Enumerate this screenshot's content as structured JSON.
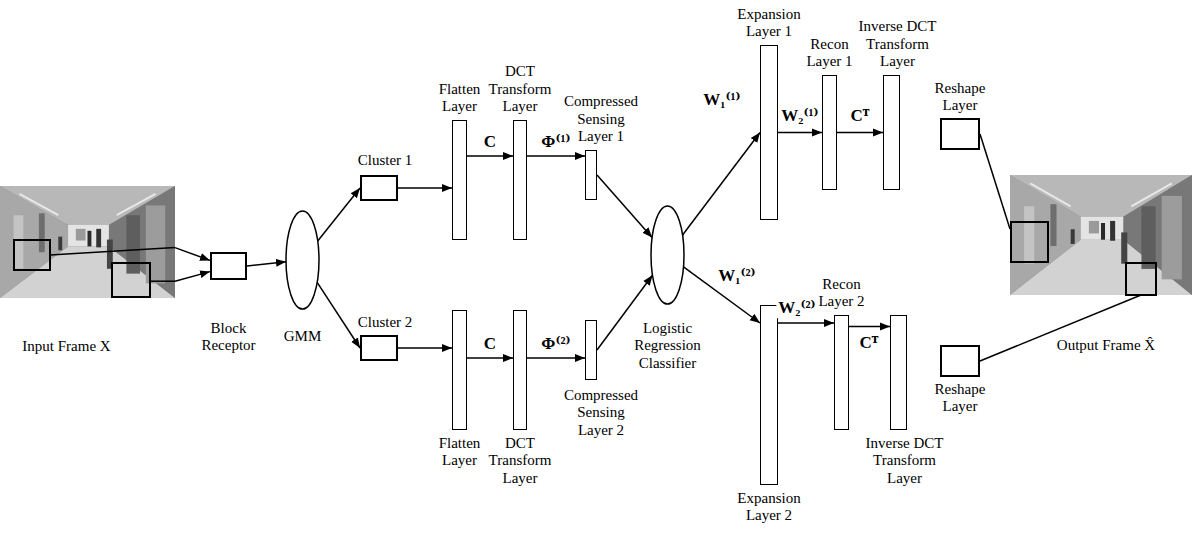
{
  "diagram": {
    "nodes": [
      {
        "text": [
          "Input Frame X"
        ]
      },
      {
        "text": [
          "Block Receptor"
        ]
      },
      {
        "text": [
          "GMM"
        ]
      },
      {
        "text": [
          "Cluster 1"
        ]
      },
      {
        "text": [
          "Cluster 2"
        ]
      },
      {
        "text": [
          "Flatten Layer"
        ]
      },
      {
        "text": [
          "Flatten Layer"
        ]
      },
      {
        "text": [
          "DCT Transform Layer"
        ]
      },
      {
        "text": [
          "DCT Transform Layer"
        ]
      },
      {
        "text": [
          "Compressed Sensing Layer 1"
        ]
      },
      {
        "text": [
          "Compressed Sensing Layer 2"
        ]
      },
      {
        "text": [
          "Logistic Regression Classifier"
        ]
      },
      {
        "text": [
          "Expansion Layer 1"
        ]
      },
      {
        "text": [
          "Expansion Layer 2"
        ]
      },
      {
        "text": [
          "Recon Layer 1"
        ]
      },
      {
        "text": [
          "Recon Layer 2"
        ]
      },
      {
        "text": [
          "Inverse DCT Transform Layer"
        ]
      },
      {
        "text": [
          "Inverse DCT Transform Layer"
        ]
      },
      {
        "text": [
          "Reshape Layer"
        ]
      },
      {
        "text": [
          "Reshape Layer"
        ]
      },
      {
        "text": [
          "Output Frame X̂"
        ]
      }
    ],
    "edges": [
      {
        "from": 0,
        "to": 1,
        "arrow": "to"
      },
      {
        "from": 0,
        "to": 1,
        "arrow": "to"
      },
      {
        "from": 1,
        "to": 2,
        "arrow": "to"
      },
      {
        "from": 2,
        "to": 3,
        "arrow": "to"
      },
      {
        "from": 2,
        "to": 4,
        "arrow": "to"
      },
      {
        "from": 3,
        "to": 5,
        "arrow": "to"
      },
      {
        "from": 4,
        "to": 6,
        "arrow": "to"
      },
      {
        "from": 5,
        "to": 7,
        "label": "C",
        "arrow": "to"
      },
      {
        "from": 6,
        "to": 8,
        "label": "C",
        "arrow": "to"
      },
      {
        "from": 7,
        "to": 9,
        "label": "Φ⁽¹⁾",
        "arrow": "to"
      },
      {
        "from": 8,
        "to": 10,
        "label": "Φ⁽²⁾",
        "arrow": "to"
      },
      {
        "from": 9,
        "to": 11,
        "arrow": "to"
      },
      {
        "from": 10,
        "to": 11,
        "arrow": "to"
      },
      {
        "from": 11,
        "to": 12,
        "label": "W₁⁽¹⁾",
        "arrow": "to"
      },
      {
        "from": 11,
        "to": 13,
        "label": "W₁⁽²⁾",
        "arrow": "to"
      },
      {
        "from": 12,
        "to": 14,
        "label": "W₂⁽¹⁾",
        "arrow": "to"
      },
      {
        "from": 13,
        "to": 15,
        "label": "W₂⁽²⁾",
        "arrow": "to"
      },
      {
        "from": 14,
        "to": 16,
        "label": "Cᵀ",
        "arrow": "to"
      },
      {
        "from": 15,
        "to": 17,
        "label": "Cᵀ",
        "arrow": "to"
      },
      {
        "from": 18,
        "to": 20,
        "arrow": "none"
      },
      {
        "from": 19,
        "to": 20,
        "arrow": "none"
      }
    ]
  }
}
